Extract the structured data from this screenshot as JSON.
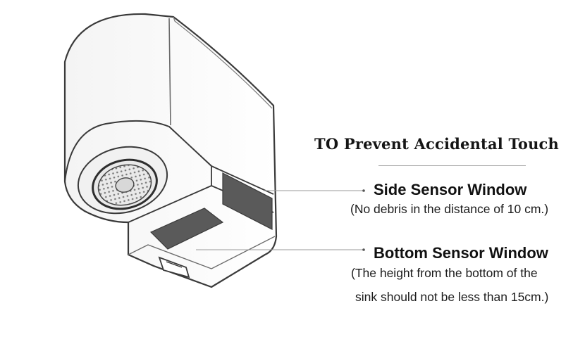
{
  "diagram": {
    "title": "TO Prevent Accidental Touch",
    "callouts": [
      {
        "heading": "Side Sensor Window",
        "notes": [
          "(No debris in the distance of 10 cm.)"
        ]
      },
      {
        "heading": "Bottom Sensor Window",
        "notes": [
          "(The height from the bottom of the",
          "sink should not be less than 15cm.)"
        ]
      }
    ]
  },
  "colors": {
    "outline": "#3a3a3a",
    "sensor_window": "#555555",
    "leader_line": "#9a9a9a",
    "text": "#111111"
  }
}
